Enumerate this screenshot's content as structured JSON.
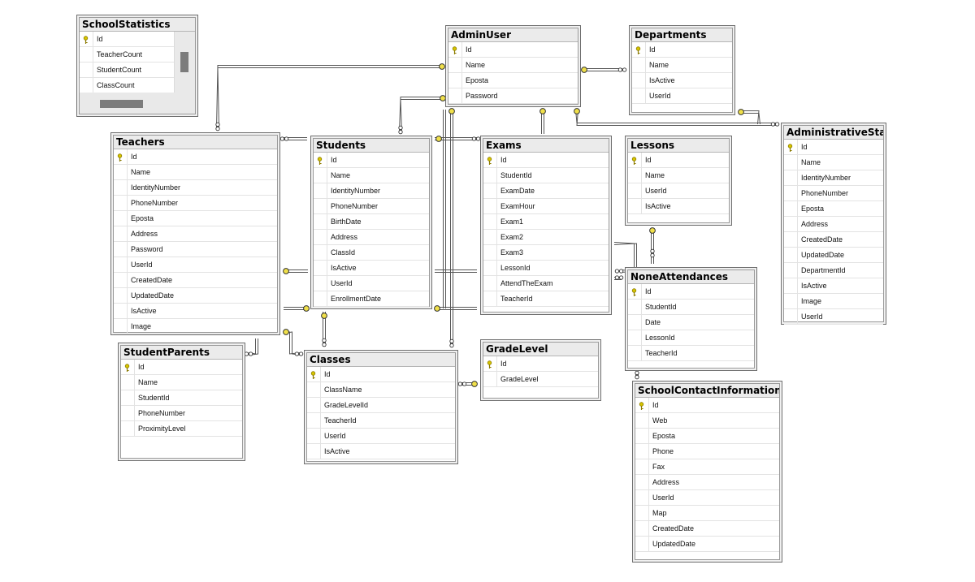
{
  "key_symbol": "🔑",
  "colors": {
    "connector": "#555555",
    "key": "#d7c500",
    "endpoint": "#f0e04a"
  },
  "tables": [
    {
      "id": "schoolstatistics",
      "title": "SchoolStatistics",
      "columns": [
        "Id",
        "TeacherCount",
        "StudentCount",
        "ClassCount"
      ]
    },
    {
      "id": "adminuser",
      "title": "AdminUser",
      "columns": [
        "Id",
        "Name",
        "Eposta",
        "Password"
      ]
    },
    {
      "id": "departments",
      "title": "Departments",
      "columns": [
        "Id",
        "Name",
        "IsActive",
        "UserId"
      ]
    },
    {
      "id": "teachers",
      "title": "Teachers",
      "columns": [
        "Id",
        "Name",
        "IdentityNumber",
        "PhoneNumber",
        "Eposta",
        "Address",
        "Password",
        "UserId",
        "CreatedDate",
        "UpdatedDate",
        "IsActive",
        "Image"
      ]
    },
    {
      "id": "students",
      "title": "Students",
      "columns": [
        "Id",
        "Name",
        "IdentityNumber",
        "PhoneNumber",
        "BirthDate",
        "Address",
        "ClassId",
        "IsActive",
        "UserId",
        "EnrollmentDate"
      ]
    },
    {
      "id": "exams",
      "title": "Exams",
      "columns": [
        "Id",
        "StudentId",
        "ExamDate",
        "ExamHour",
        "Exam1",
        "Exam2",
        "Exam3",
        "LessonId",
        "AttendTheExam",
        "TeacherId"
      ]
    },
    {
      "id": "lessons",
      "title": "Lessons",
      "columns": [
        "Id",
        "Name",
        "UserId",
        "IsActive"
      ]
    },
    {
      "id": "administrativestaff",
      "title": "AdministrativeStaff",
      "columns": [
        "Id",
        "Name",
        "IdentityNumber",
        "PhoneNumber",
        "Eposta",
        "Address",
        "CreatedDate",
        "UpdatedDate",
        "DepartmentId",
        "IsActive",
        "Image",
        "UserId"
      ]
    },
    {
      "id": "noneattendances",
      "title": "NoneAttendances",
      "columns": [
        "Id",
        "StudentId",
        "Date",
        "LessonId",
        "TeacherId"
      ]
    },
    {
      "id": "studentparents",
      "title": "StudentParents",
      "columns": [
        "Id",
        "Name",
        "StudentId",
        "PhoneNumber",
        "ProximityLevel"
      ]
    },
    {
      "id": "classes",
      "title": "Classes",
      "columns": [
        "Id",
        "ClassName",
        "GradeLevelId",
        "TeacherId",
        "UserId",
        "IsActive"
      ]
    },
    {
      "id": "gradelevel",
      "title": "GradeLevel",
      "columns": [
        "Id",
        "GradeLevel"
      ]
    },
    {
      "id": "schoolcontactinformation",
      "title": "SchoolContactInformation",
      "columns": [
        "Id",
        "Web",
        "Eposta",
        "Phone",
        "Fax",
        "Address",
        "UserId",
        "Map",
        "CreatedDate",
        "UpdatedDate"
      ]
    }
  ]
}
